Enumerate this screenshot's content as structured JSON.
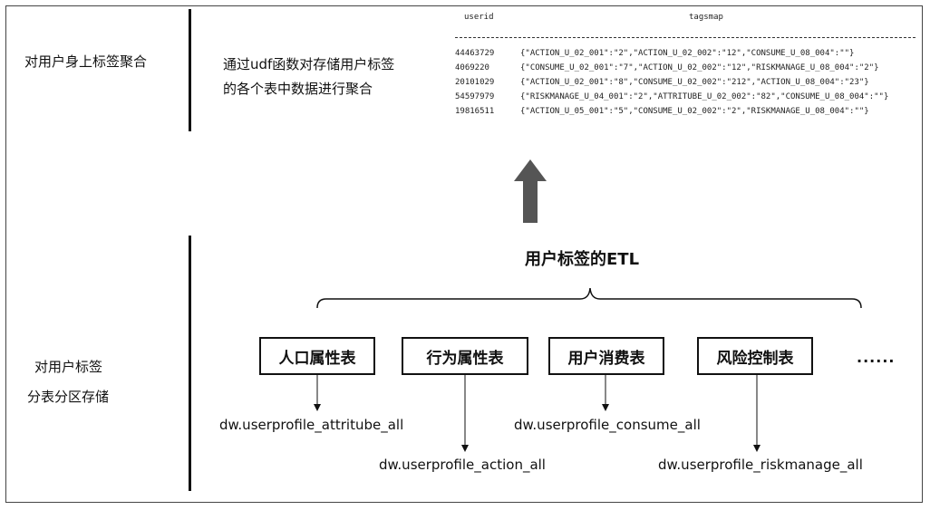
{
  "top_section": {
    "left_label": "对用户身上标签聚合",
    "description_line1": "通过udf函数对存储用户标签",
    "description_line2": "的各个表中数据进行聚合",
    "table": {
      "headers": [
        "userid",
        "tagsmap"
      ],
      "rows": [
        {
          "userid": "44463729",
          "tagsmap": "{\"ACTION_U_02_001\":\"2\",\"ACTION_U_02_002\":\"12\",\"CONSUME_U_08_004\":\"\"}"
        },
        {
          "userid": "4069220",
          "tagsmap": "{\"CONSUME_U_02_001\":\"7\",\"ACTION_U_02_002\":\"12\",\"RISKMANAGE_U_08_004\":\"2\"}"
        },
        {
          "userid": "20101029",
          "tagsmap": "{\"ACTION_U_02_001\":\"8\",\"CONSUME_U_02_002\":\"212\",\"ACTION_U_08_004\":\"23\"}"
        },
        {
          "userid": "54597979",
          "tagsmap": "{\"RISKMANAGE_U_04_001\":\"2\",\"ATTRITUBE_U_02_002\":\"82\",\"CONSUME_U_08_004\":\"\"}"
        },
        {
          "userid": "19816511",
          "tagsmap": "{\"ACTION_U_05_001\":\"5\",\"CONSUME_U_02_002\":\"2\",\"RISKMANAGE_U_08_004\":\"\"}"
        }
      ]
    }
  },
  "bottom_section": {
    "left_label_line1": "对用户标签",
    "left_label_line2": "分表分区存储",
    "etl_title": "用户标签的ETL",
    "boxes": [
      "人口属性表",
      "行为属性表",
      "用户消费表",
      "风险控制表"
    ],
    "ellipsis": "......",
    "tables": [
      "dw.userprofile_attritube_all",
      "dw.userprofile_action_all",
      "dw.userprofile_consume_all",
      "dw.userprofile_riskmanage_all"
    ]
  },
  "colors": {
    "arrow": "#555555",
    "line": "#111111"
  }
}
